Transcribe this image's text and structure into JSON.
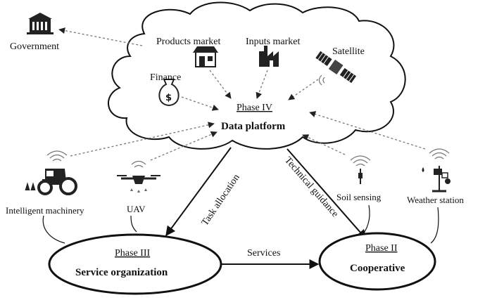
{
  "labels": {
    "government": "Government",
    "products_market": "Products market",
    "inputs_market": "Inputs market",
    "satellite": "Satellite",
    "finance": "Finance",
    "phase_iv": "Phase IV",
    "data_platform": "Data platform",
    "intelligent_machinery": "Intelligent machinery",
    "uav": "UAV",
    "soil_sensing": "Soil sensing",
    "weather_station": "Weather station",
    "task_allocation": "Task allocation",
    "technical_guidance": "Technical guidance",
    "services": "Services",
    "phase_iii": "Phase III",
    "service_organization": "Service organization",
    "phase_ii": "Phase II",
    "cooperative": "Cooperative"
  },
  "icons": {
    "government": "government-building-icon",
    "products_market": "market-stall-icon",
    "inputs_market": "factory-icon",
    "satellite": "satellite-icon",
    "finance": "money-bag-icon",
    "intelligent_machinery": "tractor-icon",
    "uav": "drone-icon",
    "soil_sensing": "soil-sensor-icon",
    "weather_station": "weather-station-icon"
  },
  "colors": {
    "line": "#111111",
    "dashed": "#777777",
    "background": "#ffffff"
  }
}
